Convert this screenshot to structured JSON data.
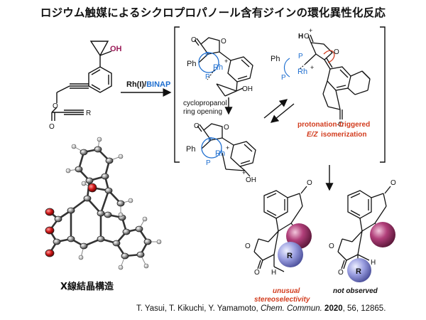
{
  "title": "ロジウム触媒によるシクロプロパノール含有ジインの環化異性化反応",
  "reagent": {
    "part1": "Rh(I)/",
    "part2": "BINAP"
  },
  "labels": {
    "OH": "OH",
    "R": "R",
    "Ph": "Ph",
    "Rh": "Rh",
    "P": "P",
    "plus": "+",
    "O": "O",
    "H": "H"
  },
  "steps": {
    "ring_opening_line1": "cyclopropanol",
    "ring_opening_line2": "ring opening",
    "protonation_line1": "protonation-triggered",
    "protonation_line2_a": "E/Z",
    "protonation_line2_b": " isomerization"
  },
  "products": {
    "left_note_line1": "unusual",
    "left_note_line2": "stereoselectivity",
    "right_note": "not observed"
  },
  "xray_label": "X線結晶構造",
  "citation": {
    "authors": "T. Yasui, T. Kikuchi, Y. Yamamoto, ",
    "journal": "Chem. Commun.",
    "year": " 2020",
    "rest": ",  56, 12865."
  },
  "colors": {
    "rh_blue": "#1f6fd0",
    "accent_red": "#d23c1e",
    "OH_magenta": "#9b1b58",
    "sphere_purple": "#b13f7a",
    "sphere_lavender": "#9a9ee0"
  }
}
